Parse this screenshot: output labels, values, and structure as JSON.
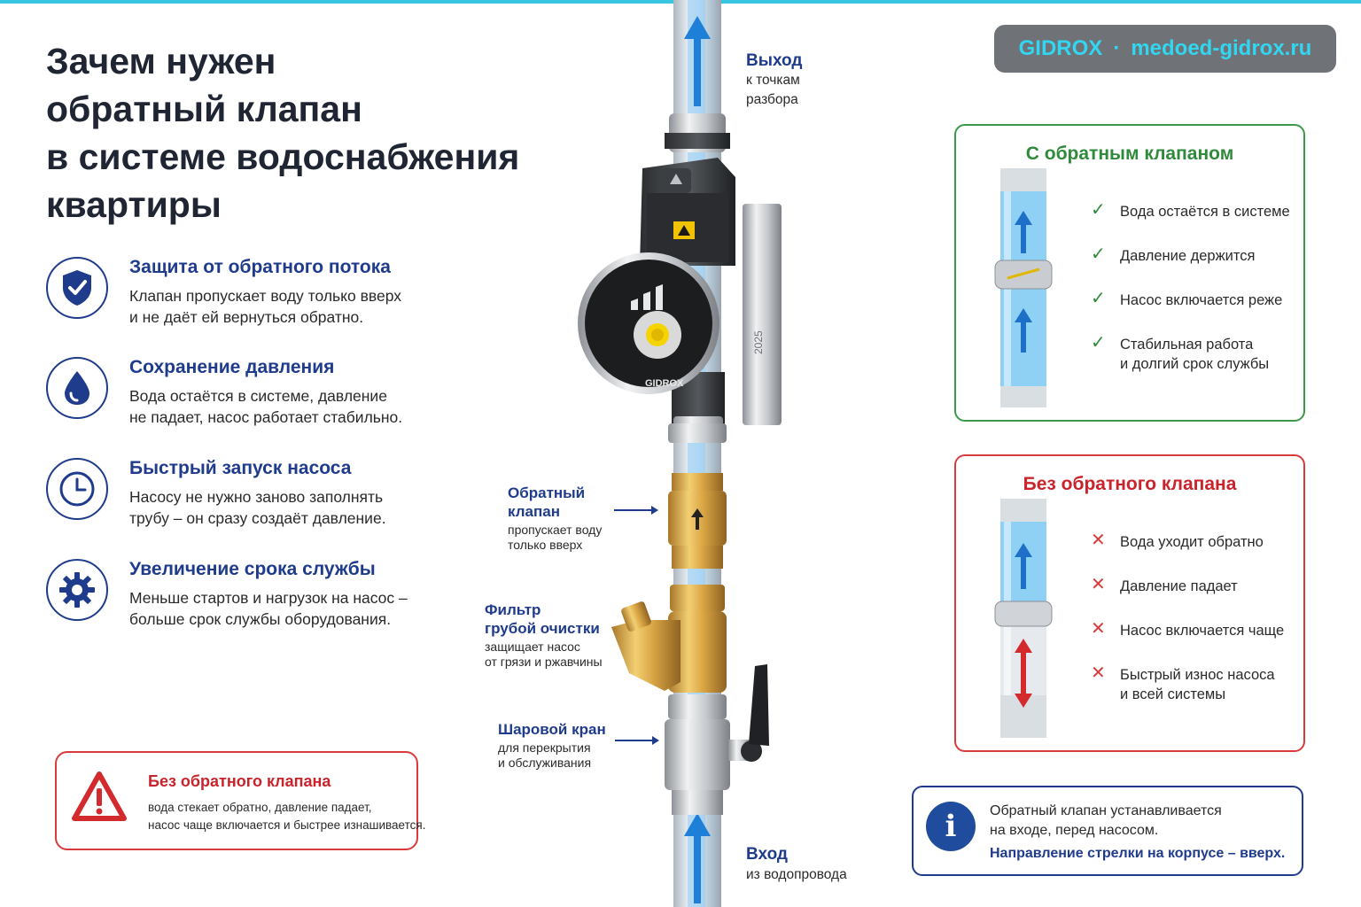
{
  "title": [
    "Зачем нужен",
    "обратный клапан",
    "в системе водоснабжения",
    "квартиры"
  ],
  "brand": {
    "name": "GIDROX",
    "separator": "·",
    "site": "medoed-gidrox.ru"
  },
  "features": [
    {
      "icon": "shield-check-icon",
      "title": "Защита от обратного потока",
      "desc": [
        "Клапан пропускает воду только вверх",
        "и не даёт ей вернуться обратно."
      ]
    },
    {
      "icon": "water-drop-icon",
      "title": "Сохранение давления",
      "desc": [
        "Вода остаётся в системе, давление",
        "не падает, насос работает стабильно."
      ]
    },
    {
      "icon": "clock-icon",
      "title": "Быстрый запуск насоса",
      "desc": [
        "Насосу не нужно заново заполнять",
        "трубу – он сразу создаёт давление."
      ]
    },
    {
      "icon": "gear-icon",
      "title": "Увеличение срока службы",
      "desc": [
        "Меньше стартов и нагрузок на насос –",
        "больше срок службы оборудования."
      ]
    }
  ],
  "warning": {
    "title": "Без обратного клапана",
    "desc": [
      "вода стекает обратно, давление падает,",
      "насос чаще включается и быстрее изнашивается."
    ]
  },
  "diagram": {
    "outlet": {
      "title": "Выход",
      "desc": [
        "к точкам",
        "разбора"
      ]
    },
    "inlet": {
      "title": "Вход",
      "desc": [
        "из водопровода"
      ]
    },
    "check_valve": {
      "title": [
        "Обратный",
        "клапан"
      ],
      "desc": [
        "пропускает воду",
        "только вверх"
      ]
    },
    "filter": {
      "title": [
        "Фильтр",
        "грубой очистки"
      ],
      "desc": [
        "защищает насос",
        "от грязи и ржавчины"
      ]
    },
    "ball_valve": {
      "title": [
        "Шаровой кран"
      ],
      "desc": [
        "для перекрытия",
        "и обслуживания"
      ]
    },
    "pump": {
      "brand": "GIDROX",
      "year": "2025"
    }
  },
  "with_valve": {
    "title": "С обратным клапаном",
    "items": [
      [
        "Вода остаётся в системе"
      ],
      [
        "Давление держится"
      ],
      [
        "Насос включается реже"
      ],
      [
        "Стабильная работа",
        "и долгий срок службы"
      ]
    ]
  },
  "without_valve": {
    "title": "Без обратного клапана",
    "items": [
      [
        "Вода уходит обратно"
      ],
      [
        "Давление падает"
      ],
      [
        "Насос включается чаще"
      ],
      [
        "Быстрый износ насоса",
        "и всей системы"
      ]
    ]
  },
  "info": {
    "text": [
      "Обратный клапан устанавливается",
      "на входе, перед насосом."
    ],
    "bold": "Направление стрелки на корпусе – вверх."
  },
  "colors": {
    "accent_blue": "#1f3b8c",
    "ok_green": "#2f8a3b",
    "alert_red": "#c9242b",
    "brand_cyan": "#32d6f0",
    "water_blue": "#7fc4f0"
  }
}
